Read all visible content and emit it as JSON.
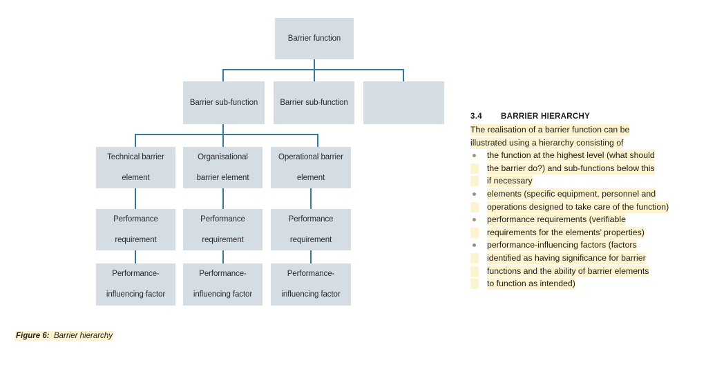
{
  "figure": {
    "caption_label": "Figure 6:",
    "caption_text": "Barrier hierarchy",
    "box_fill": "#d4dce4",
    "connector_color": "#2d7d9a",
    "nodes": {
      "function": "Barrier function",
      "subfunction_1": "Barrier sub-function",
      "subfunction_2": "Barrier sub-function",
      "subfunction_3": "",
      "element_1": "Technical barrier element",
      "element_2": "Organisational barrier element",
      "element_3": "Operational barrier element",
      "requirement_1": "Performance requirement",
      "requirement_2": "Performance requirement",
      "requirement_3": "Performance requirement",
      "factor_1": "Performance-influencing factor",
      "factor_2": "Performance-influencing factor",
      "factor_3": "Performance-influencing factor"
    },
    "node_lines": {
      "function": [
        "Barrier function"
      ],
      "subfunction_1": [
        "Barrier sub-function"
      ],
      "subfunction_2": [
        "Barrier sub-function"
      ],
      "subfunction_3": [
        ""
      ],
      "element_1_a": "Technical barrier",
      "element_1_b": "element",
      "element_2_a": "Organisational",
      "element_2_b": "barrier element",
      "element_3_a": "Operational barrier",
      "element_3_b": "element",
      "requirement_a": "Performance",
      "requirement_b": "requirement",
      "factor_a": "Performance-",
      "factor_b": "influencing factor"
    }
  },
  "text_column": {
    "heading_number": "3.4",
    "heading_title": "BARRIER HIERARCHY",
    "highlight_color": "#fdf4cf",
    "bullet_color": "#9c917d",
    "lines": [
      {
        "type": "para",
        "text": "The realisation of a barrier function can be"
      },
      {
        "type": "para",
        "text": "illustrated using a hierarchy consisting of"
      },
      {
        "type": "bullet",
        "text": "the function at the highest level (what should"
      },
      {
        "type": "cont",
        "text": "the barrier do?) and sub-functions below this"
      },
      {
        "type": "cont",
        "text": "if necessary"
      },
      {
        "type": "bullet",
        "text": "elements (specific equipment, personnel and"
      },
      {
        "type": "cont",
        "text": "operations designed to take care of the function)"
      },
      {
        "type": "bullet",
        "text": "performance requirements (verifiable"
      },
      {
        "type": "cont",
        "text": "requirements for the elements’ properties)"
      },
      {
        "type": "bullet",
        "text": "performance-influencing factors (factors"
      },
      {
        "type": "cont",
        "text": "identified as having significance for barrier"
      },
      {
        "type": "cont",
        "text": "functions and the ability of barrier elements"
      },
      {
        "type": "cont",
        "text": "to function as intended)"
      }
    ]
  }
}
